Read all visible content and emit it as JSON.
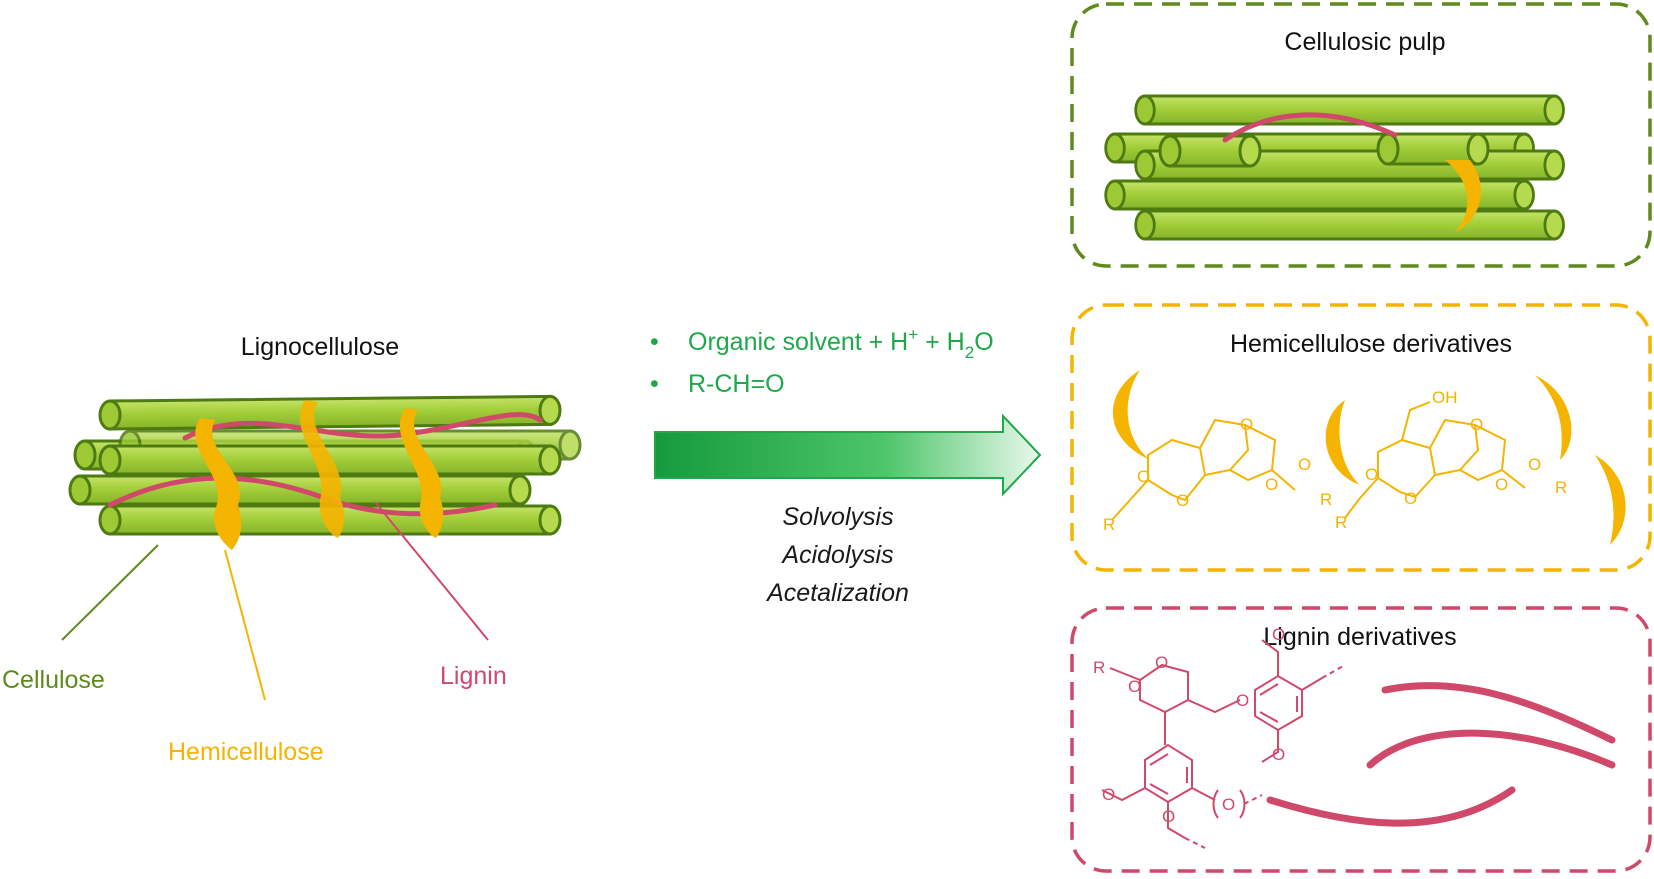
{
  "colors": {
    "cellulose": "#5f8a1c",
    "cellulose_fill": "#a3cf3a",
    "hemicellulose": "#f5b400",
    "lignin": "#d0486a",
    "condition_text": "#1fa84a",
    "arrow": "#1fa84a"
  },
  "left": {
    "title": "Lignocellulose",
    "cellulose_label": "Cellulose",
    "hemicellulose_label": "Hemicellulose",
    "lignin_label": "Lignin"
  },
  "conditions": {
    "bullet": "•",
    "item1_prefix": "Organic solvent + H",
    "item1_sup": "+",
    "item1_mid": " + H",
    "item1_sub": "2",
    "item1_suffix": "O",
    "item2": "R-CH=O"
  },
  "processes": [
    "Solvolysis",
    "Acidolysis",
    "Acetalization"
  ],
  "boxes": {
    "pulp_title": "Cellulosic pulp",
    "hemi_title": "Hemicellulose derivatives",
    "lignin_title": "Lignin derivatives"
  },
  "atoms": {
    "oxygen": "O",
    "r_group": "R",
    "hydroxyl": "OH"
  },
  "icons": [
    "cellulose-bundle-icon",
    "process-arrow-icon",
    "hemicellulose-crescent-icon",
    "lignin-strand-icon"
  ]
}
